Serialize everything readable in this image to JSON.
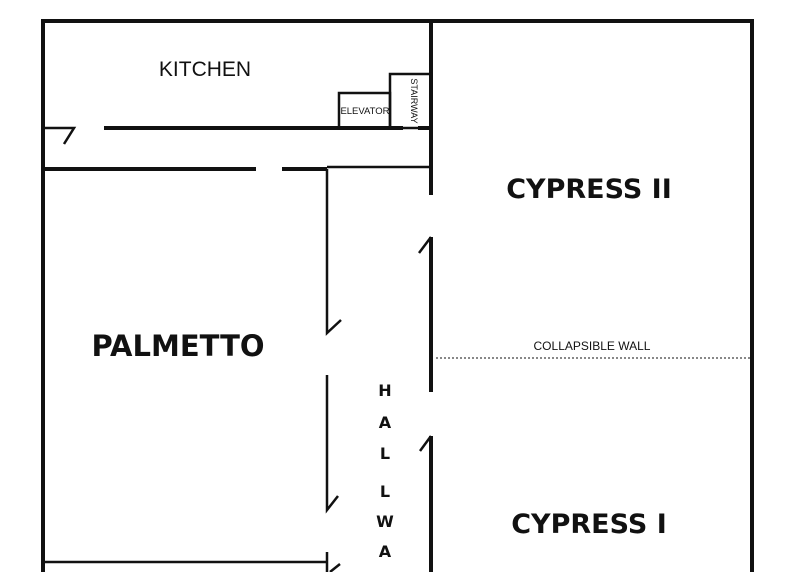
{
  "rooms": {
    "kitchen": "KITCHEN",
    "elevator": "ELEVATOR",
    "stairway": "STAIRWAY",
    "palmetto": "PALMETTO",
    "cypress_2": "CYPRESS II",
    "cypress_1": "CYPRESS I",
    "collapsible_wall": "COLLAPSIBLE WALL",
    "hallway_letters": [
      "H",
      "A",
      "L",
      "L",
      "W",
      "A"
    ]
  },
  "colors": {
    "wall": "#111111",
    "dotted_wall": "#888888"
  }
}
